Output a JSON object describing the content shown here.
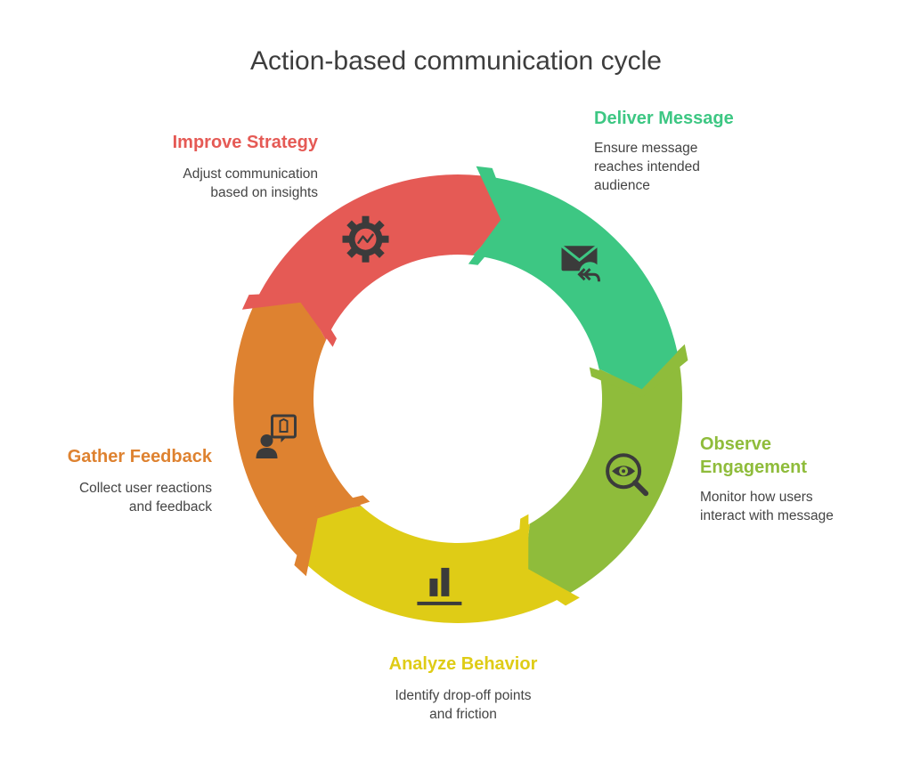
{
  "title": "Action-based communication cycle",
  "steps": [
    {
      "title": "Deliver Message",
      "description_lines": [
        "Ensure message",
        "reaches intended",
        "audience"
      ],
      "color": "#3dc783",
      "icon": "envelope-reply-icon"
    },
    {
      "title_lines": [
        "Observe",
        "Engagement"
      ],
      "description_lines": [
        "Monitor how users",
        "interact with message"
      ],
      "color": "#8fbc3b",
      "icon": "eye-magnifier-icon"
    },
    {
      "title": "Analyze Behavior",
      "description_lines": [
        "Identify drop-off points",
        "and friction"
      ],
      "color": "#dfcc16",
      "icon": "bar-chart-icon"
    },
    {
      "title": "Gather Feedback",
      "description_lines": [
        "Collect user reactions",
        "and feedback"
      ],
      "color": "#de8230",
      "icon": "person-speech-icon"
    },
    {
      "title": "Improve Strategy",
      "description_lines": [
        "Adjust communication",
        "based on insights"
      ],
      "color": "#e55a55",
      "icon": "gear-trend-icon"
    }
  ]
}
